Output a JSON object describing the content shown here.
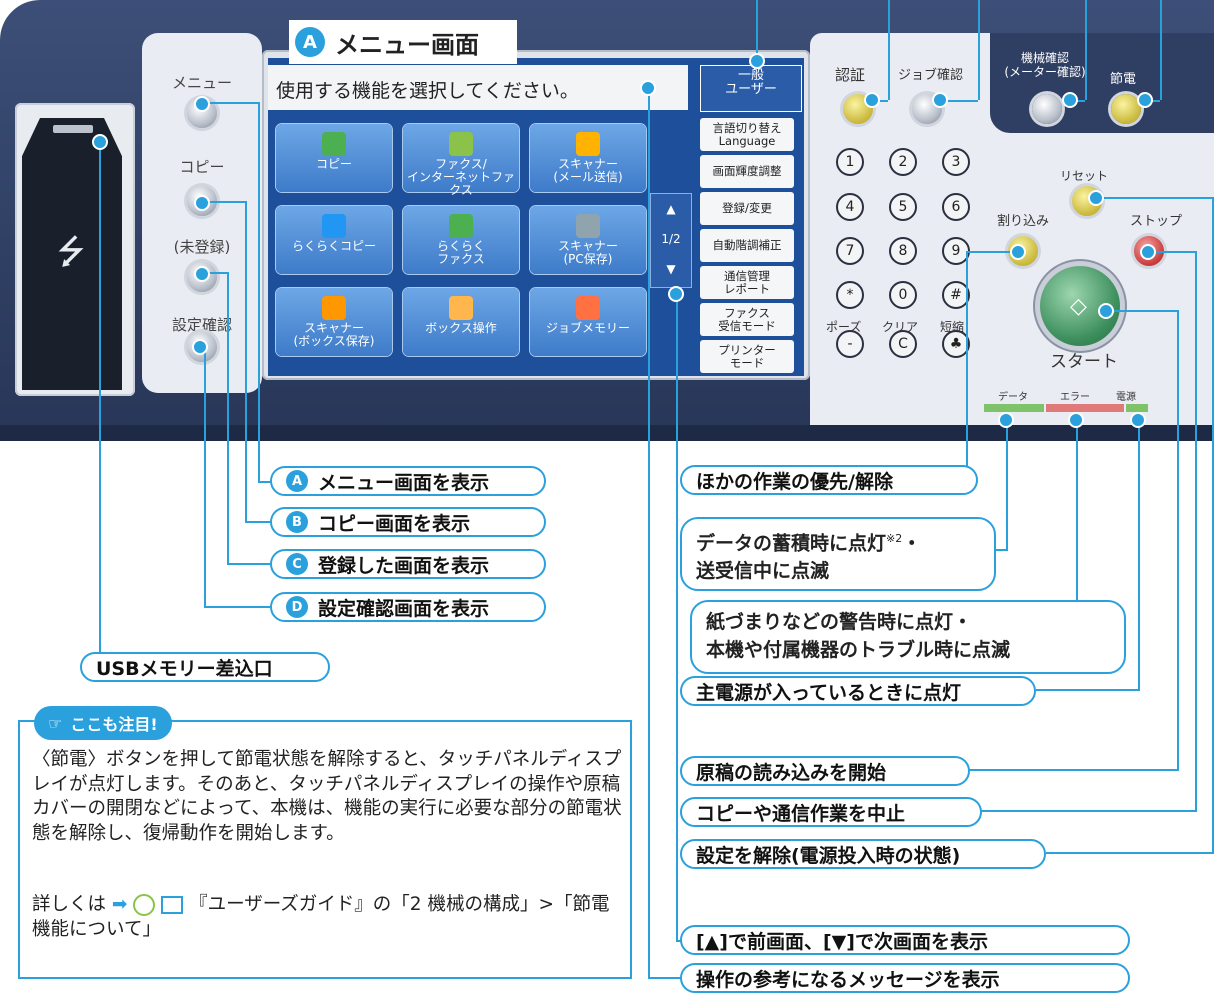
{
  "header": {
    "badge": "A",
    "title": "メニュー画面"
  },
  "left_buttons": [
    {
      "label": "メニュー"
    },
    {
      "label": "コピー"
    },
    {
      "label": "(未登録)"
    },
    {
      "label": "設定確認"
    }
  ],
  "screen": {
    "message": "使用する機能を選択してください。",
    "user": "一般\nユーザー",
    "tiles": [
      {
        "label": "コピー",
        "color": "#4caf50"
      },
      {
        "label": "ファクス/\nインターネットファクス",
        "color": "#8bc34a"
      },
      {
        "label": "スキャナー\n(メール送信)",
        "color": "#ffb300"
      },
      {
        "label": "らくらくコピー",
        "color": "#2196f3"
      },
      {
        "label": "らくらく\nファクス",
        "color": "#4caf50"
      },
      {
        "label": "スキャナー\n(PC保存)",
        "color": "#90a4ae"
      },
      {
        "label": "スキャナー\n(ボックス保存)",
        "color": "#ff9800"
      },
      {
        "label": "ボックス操作",
        "color": "#ffb74d"
      },
      {
        "label": "ジョブメモリー",
        "color": "#ff7043"
      }
    ],
    "side_buttons": [
      "言語切り替え\nLanguage",
      "画面輝度調整",
      "登録/変更",
      "自動階調補正",
      "通信管理\nレポート",
      "ファクス\n受信モード",
      "プリンター\nモード"
    ],
    "pager": "1/2"
  },
  "right_panel": {
    "auth": "認証",
    "job": "ジョブ確認",
    "machine": "機械確認\n(メーター確認)",
    "power_save": "節電",
    "reset": "リセット",
    "interrupt": "割り込み",
    "stop": "ストップ",
    "start": "スタート",
    "pause": "ポーズ",
    "clear": "クリア",
    "speed": "短縮",
    "keys": [
      "1",
      "2",
      "3",
      "4",
      "5",
      "6",
      "7",
      "8",
      "9",
      "*",
      "0",
      "#",
      "-",
      "C",
      "♣"
    ],
    "lamp_data": "データ",
    "lamp_error": "エラー",
    "lamp_power": "電源"
  },
  "callouts": {
    "a": {
      "badge": "A",
      "text": "メニュー画面を表示"
    },
    "b": {
      "badge": "B",
      "text": "コピー画面を表示"
    },
    "c": {
      "badge": "C",
      "text": "登録した画面を表示"
    },
    "d": {
      "badge": "D",
      "text": "設定確認画面を表示"
    },
    "usb": "USBメモリー差込口",
    "interrupt": "ほかの作業の優先/解除",
    "data_l1": "データの蓄積時に点灯",
    "data_sup": "※2",
    "data_dot": "・",
    "data_l2": "送受信中に点滅",
    "error_l1": "紙づまりなどの警告時に点灯・",
    "error_l2": "本機や付属機器のトラブル時に点滅",
    "power": "主電源が入っているときに点灯",
    "start": "原稿の読み込みを開始",
    "stop": "コピーや通信作業を中止",
    "reset": "設定を解除(電源投入時の状態)",
    "pager": "[▲]で前画面、[▼]で次画面を表示",
    "message": "操作の参考になるメッセージを表示"
  },
  "note": {
    "title": "ここも注目!",
    "body": "〈節電〉ボタンを押して節電状態を解除すると、タッチパネルディスプレイが点灯します。そのあと、タッチパネルディスプレイの操作や原稿カバーの開閉などによって、本機は、機能の実行に必要な部分の節電状態を解除し、復帰動作を開始します。",
    "ref_prefix": "詳しくは",
    "ref": "『ユーザーズガイド』の「2 機械の構成」>「節電機能について」"
  },
  "colors": {
    "accent": "#2aa0dc",
    "panel": "#2f3f63",
    "screen": "#1d4f9b"
  }
}
